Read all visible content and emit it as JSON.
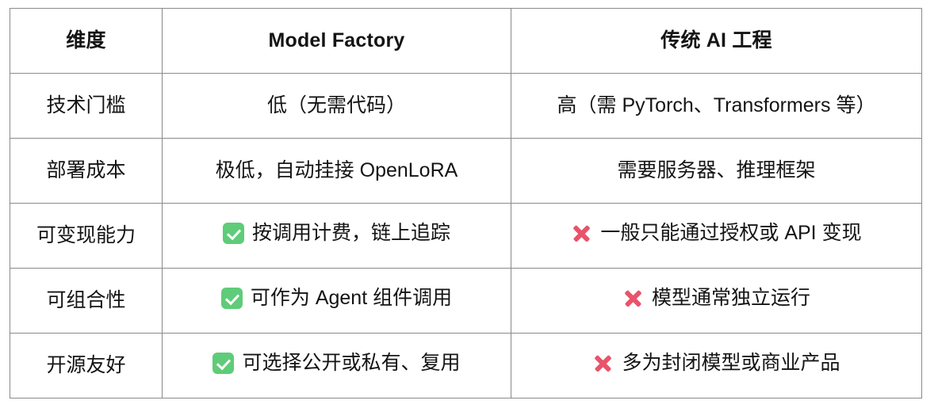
{
  "table": {
    "columns": [
      "维度",
      "Model Factory",
      "传统 AI 工程"
    ],
    "rows": [
      {
        "dimension": "技术门槛",
        "model_factory": {
          "icon": "none",
          "text": "低（无需代码）"
        },
        "traditional": {
          "icon": "none",
          "text": "高（需 PyTorch、Transformers 等）"
        }
      },
      {
        "dimension": "部署成本",
        "model_factory": {
          "icon": "none",
          "text": "极低，自动挂接 OpenLoRA"
        },
        "traditional": {
          "icon": "none",
          "text": "需要服务器、推理框架"
        }
      },
      {
        "dimension": "可变现能力",
        "model_factory": {
          "icon": "check-icon",
          "text": "按调用计费，链上追踪"
        },
        "traditional": {
          "icon": "cross-icon",
          "text": "一般只能通过授权或 API 变现"
        }
      },
      {
        "dimension": "可组合性",
        "model_factory": {
          "icon": "check-icon",
          "text": "可作为 Agent 组件调用"
        },
        "traditional": {
          "icon": "cross-icon",
          "text": "模型通常独立运行"
        }
      },
      {
        "dimension": "开源友好",
        "model_factory": {
          "icon": "check-icon",
          "text": "可选择公开或私有、复用"
        },
        "traditional": {
          "icon": "cross-icon",
          "text": "多为封闭模型或商业产品"
        }
      }
    ]
  },
  "colors": {
    "check_green": "#5ECC78",
    "cross_red": "#E8546B",
    "border_gray": "#8a8a8a",
    "text": "#141414",
    "background": "#ffffff"
  }
}
